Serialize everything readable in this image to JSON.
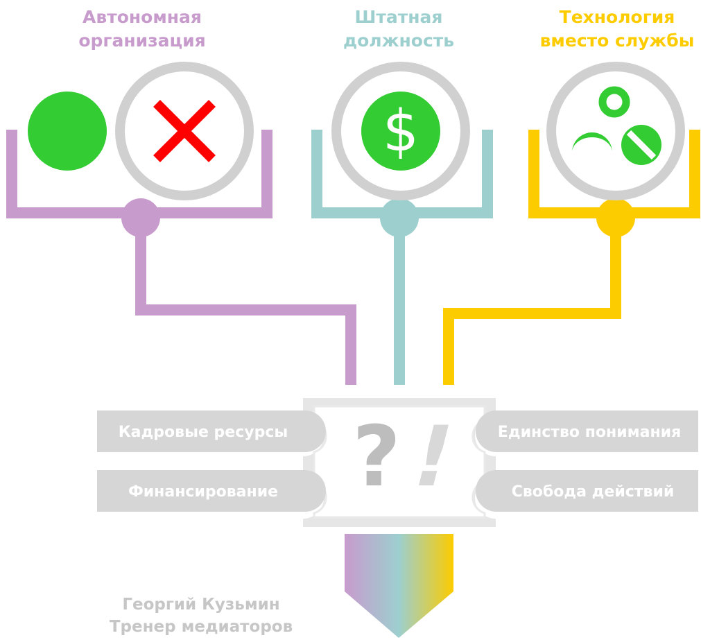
{
  "colors": {
    "purple": "#c89bcd",
    "teal": "#9dcfcf",
    "yellow": "#fccc00",
    "green": "#33cc33",
    "red": "#ff0000",
    "circle_gray": "#d0d0d0",
    "pill_gray": "#d6d6d6",
    "frame_gray": "#e6e6e6",
    "symbol_gray": "#bdbdbd",
    "author_gray": "#c6c6c6"
  },
  "columns": [
    {
      "title_line1": "Автономная",
      "title_line2": "организация",
      "color": "#c89bcd",
      "icons": [
        "green-dot-icon",
        "red-cross-icon"
      ]
    },
    {
      "title_line1": "Штатная",
      "title_line2": "должность",
      "color": "#9dcfcf",
      "icons": [
        "dollar-sign-icon"
      ]
    },
    {
      "title_line1": "Технология",
      "title_line2": "вместо службы",
      "color": "#fccc00",
      "icons": [
        "people-icon"
      ]
    }
  ],
  "left_pills": [
    "Кадровые ресурсы",
    "Финансирование"
  ],
  "right_pills": [
    "Единство понимания",
    "Свобода действий"
  ],
  "center_symbols": {
    "question": "?",
    "exclamation": "!",
    "icon": "question-exclamation-icon"
  },
  "symbols": {
    "dollar": "$"
  },
  "author": {
    "name": "Георгий Кузьмин",
    "role": "Тренер медиаторов"
  }
}
